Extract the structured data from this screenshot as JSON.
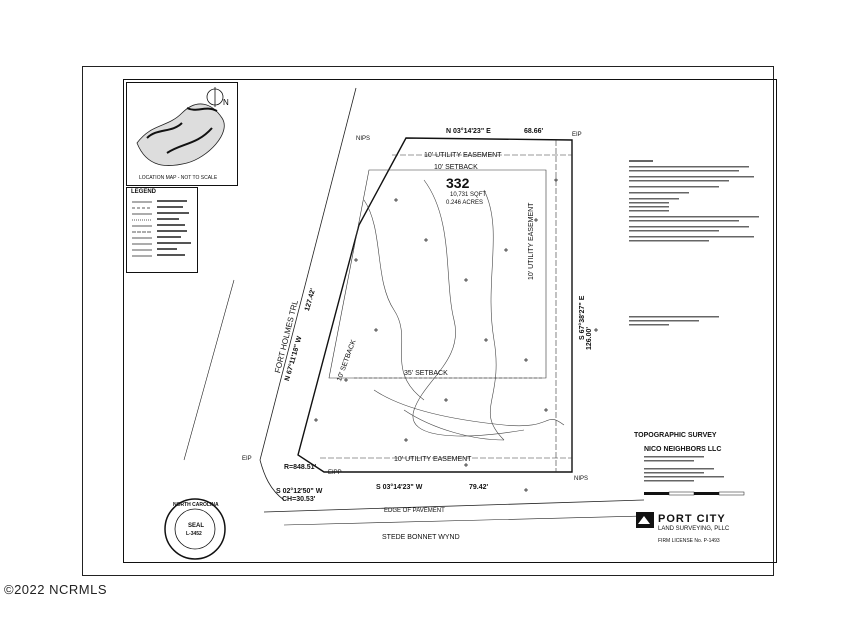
{
  "plat": {
    "lot_number": "332",
    "lot_sqft": "10,731 SQFT",
    "lot_acres": "0.246 ACRES",
    "street_left": "FORT HOLMES TRL",
    "street_bottom": "STEDE BONNET WYND",
    "edge_pavement": "EDGE OF PAVEMENT",
    "setback_top": "10' SETBACK",
    "setback_left": "10' SETBACK",
    "setback_mid": "35' SETBACK",
    "easement_top": "10' UTILITY EASEMENT",
    "easement_right": "10' UTILITY EASEMENT",
    "easement_bottom": "10' UTILITY EASEMENT",
    "bearing_north": "N 03°14'23\" E",
    "dist_north": "68.66'",
    "bearing_east": "S 67°38'27\" E",
    "dist_east": "126.00'",
    "bearing_south": "S 03°14'23\" W",
    "dist_south": "79.42'",
    "bearing_west": "N 67°11'18\" W",
    "dist_west": "127.42'",
    "curve_r": "R=848.51'",
    "curve_bearing": "S 02°12'50\" W",
    "curve_ch": "CH=30.53'",
    "nips_top": "NIPS",
    "nips_bottom": "NIPS",
    "eipp": "EIPP",
    "eip": "EIP",
    "eip_top": "EIP"
  },
  "vicinity": {
    "label": "LOCATION MAP - NOT TO SCALE"
  },
  "legend": {
    "title": "LEGEND"
  },
  "title_block": {
    "survey_type": "TOPOGRAPHIC SURVEY",
    "prepared_for": "NICO NEIGHBORS LLC",
    "company_1": "PORT CITY",
    "company_2": "LAND SURVEYING, PLLC",
    "license": "FIRM LICENSE No. P-1493"
  },
  "seal": {
    "top": "NORTH CAROLINA",
    "mid": "SEAL",
    "number": "L-3452"
  },
  "watermark": "©2022 NCRMLS"
}
